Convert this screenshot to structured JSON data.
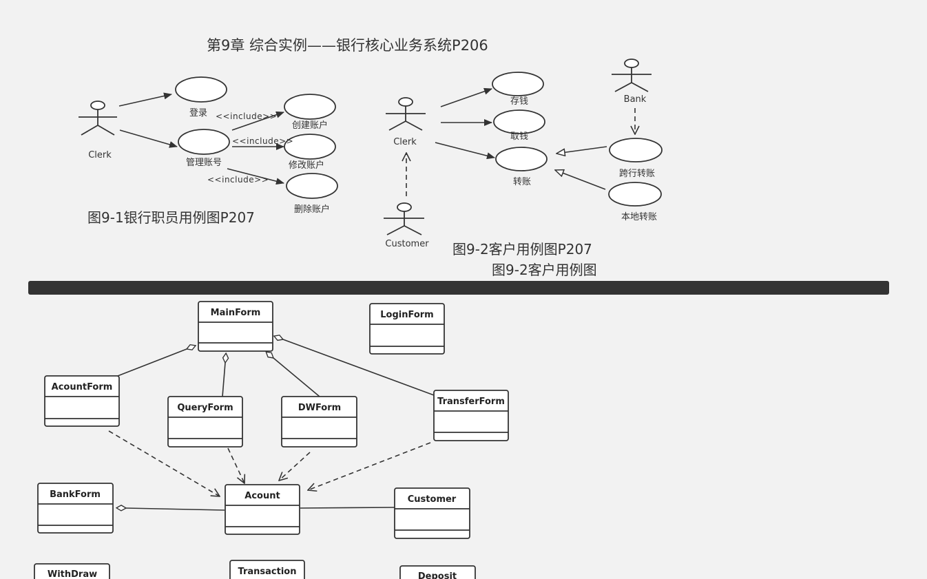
{
  "heading": "第9章 综合实例——银行核心业务系统P206",
  "diagram1": {
    "caption": "图9-1银行职员用例图P207",
    "actor": "Clerk",
    "use_cases": [
      "登录",
      "管理账号",
      "创建账户",
      "修改账户",
      "删除账户"
    ],
    "include_label": "<<include>>"
  },
  "diagram2": {
    "caption": "图9-2客户用例图P207",
    "caption2": "图9-2客户用例图",
    "actors": [
      "Clerk",
      "Customer",
      "Bank"
    ],
    "use_cases": [
      "存钱",
      "取钱",
      "转账",
      "跨行转账",
      "本地转账"
    ]
  },
  "classes": [
    "MainForm",
    "LoginForm",
    "AcountForm",
    "QueryForm",
    "DWForm",
    "TransferForm",
    "BankForm",
    "Acount",
    "Customer",
    "WithDraw",
    "Transaction",
    "Deposit"
  ],
  "colors": {
    "line": "#333333",
    "divider": "#333333",
    "background": "#f2f2f2",
    "class_fill": "#ffffff"
  }
}
